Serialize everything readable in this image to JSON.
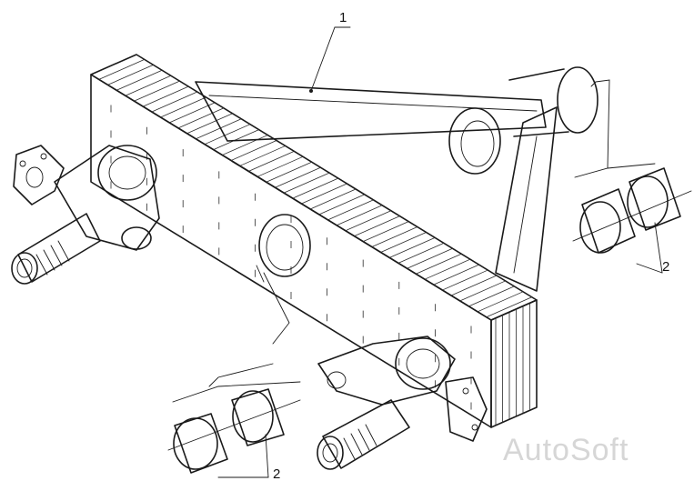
{
  "callouts": {
    "beam_label": "1",
    "bushing_label_right": "2",
    "bushing_label_left": "2"
  },
  "watermark": "AutoSoft",
  "colors": {
    "ink": "#1a1a1a",
    "watermark": "#d6d6d6"
  }
}
